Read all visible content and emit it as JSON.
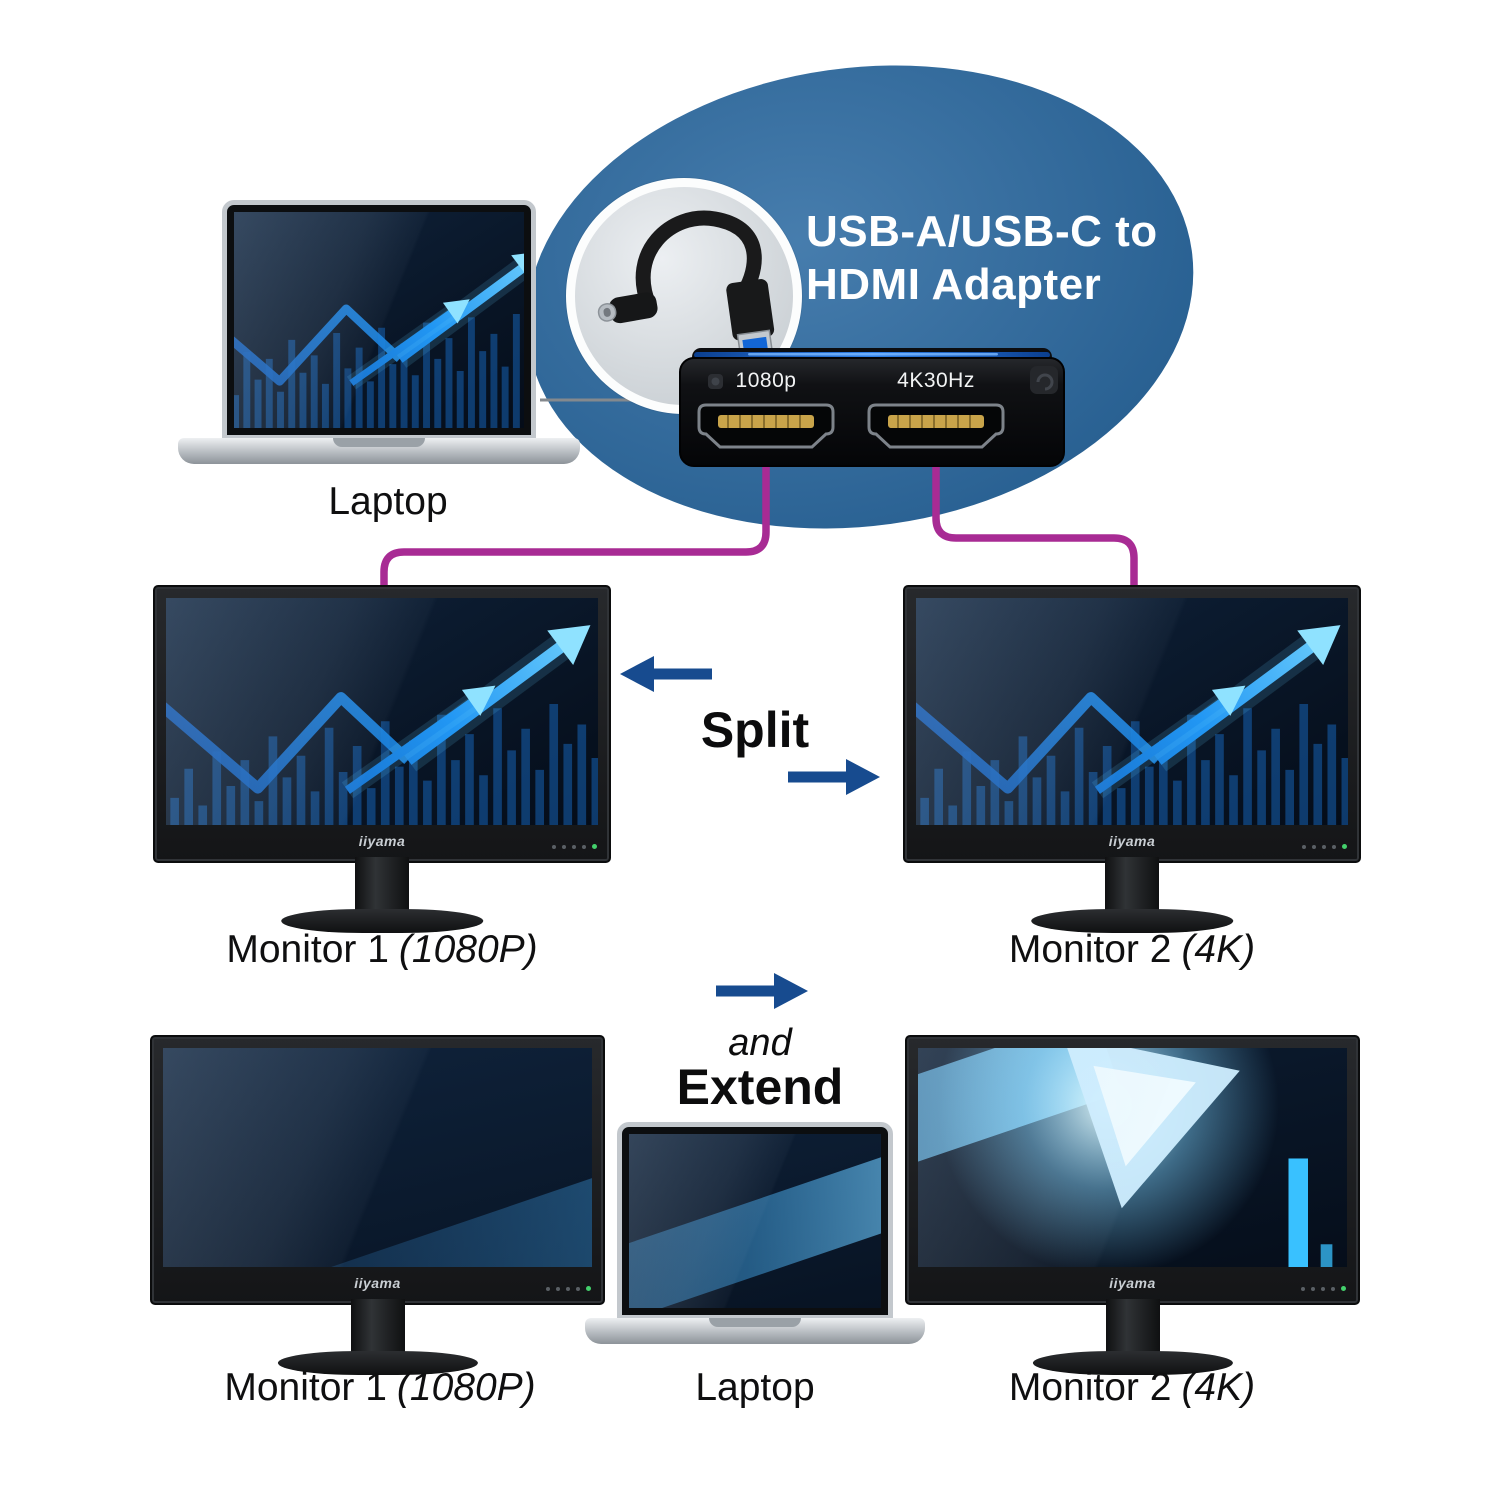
{
  "title": {
    "line1": "USB-A/USB-C to",
    "line2": "HDMI Adapter"
  },
  "adapter": {
    "port1_label": "1080p",
    "port2_label": "4K30Hz"
  },
  "split_section": {
    "laptop_label": "Laptop",
    "monitor1_label": "Monitor 1",
    "monitor1_res": "(1080P)",
    "monitor2_label": "Monitor 2",
    "monitor2_res": "(4K)",
    "action_label": "Split"
  },
  "extend_section": {
    "connector_word": "and",
    "action_label": "Extend",
    "monitor1_label": "Monitor 1",
    "monitor1_res": "(1080P)",
    "laptop_label": "Laptop",
    "monitor2_label": "Monitor 2",
    "monitor2_res": "(4K)"
  },
  "monitor_brand": "iiyama",
  "colors": {
    "blob": "#2d6ba2",
    "cable": "#a82b94",
    "arrow": "#174b8f",
    "screen_accent": "#39c1ff"
  }
}
